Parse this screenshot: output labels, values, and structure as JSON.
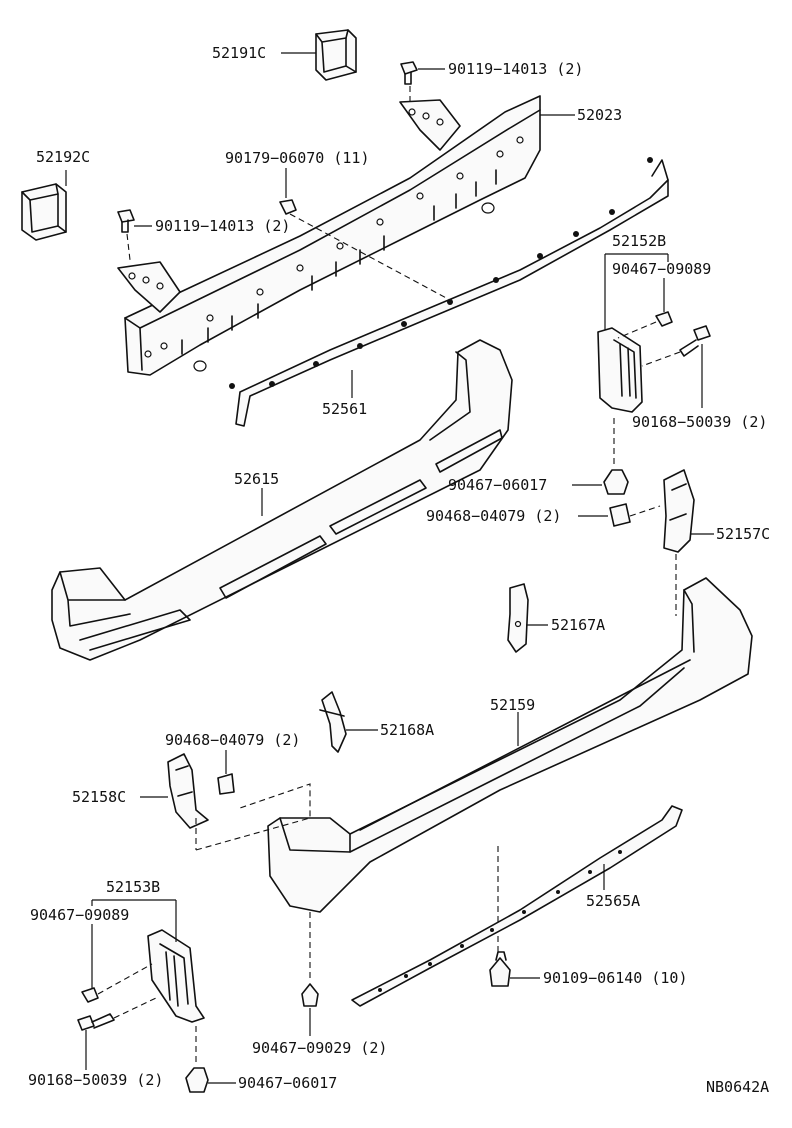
{
  "labels": {
    "p52191C": "52191C",
    "p90119_top": "90119−14013 (2)",
    "p52023": "52023",
    "p52192C": "52192C",
    "p90179": "90179−06070 (11)",
    "p90119_left": "90119−14013 (2)",
    "p52152B": "52152B",
    "p90467_09089_r": "90467−09089",
    "p90168_r": "90168−50039 (2)",
    "p52561": "52561",
    "p52615": "52615",
    "p90467_06017_r": "90467−06017",
    "p90468_r": "90468−04079 (2)",
    "p52157C": "52157C",
    "p52167A": "52167A",
    "p52159": "52159",
    "p52168A": "52168A",
    "p90468_l": "90468−04079 (2)",
    "p52158C": "52158C",
    "p52153B": "52153B",
    "p90467_09089_l": "90467−09089",
    "p52565A": "52565A",
    "p90109": "90109−06140 (10)",
    "p90168_l": "90168−50039 (2)",
    "p90467_09029": "90467−09029 (2)",
    "p90467_06017_l": "90467−06017",
    "code": "NB0642A"
  }
}
